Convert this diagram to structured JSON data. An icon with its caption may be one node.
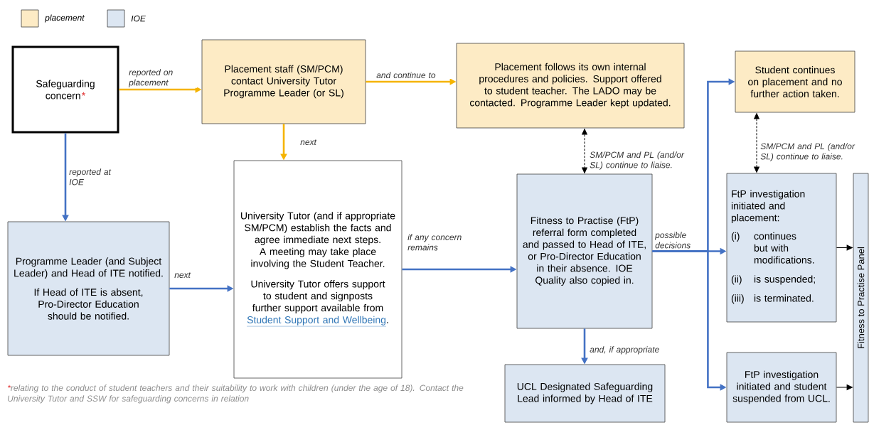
{
  "diagram": {
    "nodes": [
      {
        "text": [
          "Safeguarding concern",
          "*"
        ]
      },
      {
        "text": [
          "Placement staff (SM/PCM) contact University Tutor Programme Leader (or SL)"
        ]
      },
      {
        "text": [
          "Placement follows its own internal procedures and policies. Support offered to student teacher. The LADO may be contacted. Programme Leader kept updated."
        ]
      },
      {
        "text": [
          "Student continues on placement and no further action taken."
        ]
      },
      {
        "text": [
          "Programme Leader (and Subject Leader) and Head of ITE notified.",
          "If Head of ITE is absent, Pro-Director Education should be notified."
        ]
      },
      {
        "text": [
          "University Tutor (and if appropriate SM/PCM) establish the facts and agree immediate next steps. A meeting may take place involving the Student Teacher.",
          "University Tutor offers support to student and signposts further support available from",
          "Student Support and Wellbeing",
          "."
        ]
      },
      {
        "text": [
          "Fitness to Practise (FtP) referral form completed and passed to Head of ITE, or Pro-Director Education in their absence. IOE Quality also copied in."
        ]
      },
      {
        "text": [
          "FtP investigation initiated and placement:",
          "(i)",
          "continues but with modifications.",
          "(ii)",
          "is suspended;",
          "(iii)",
          "is terminated."
        ]
      },
      {
        "text": [
          "UCL Designated Safeguarding Lead informed by Head of ITE"
        ]
      },
      {
        "text": [
          "FtP investigation initiated and student suspended from UCL."
        ]
      },
      {
        "text": [
          "Fitness to Practise Panel"
        ]
      }
    ],
    "edges": [
      {
        "from": 0,
        "to": 1,
        "arrow": "to",
        "label": "reported on placement",
        "color": "#f5b400"
      },
      {
        "from": 1,
        "to": 2,
        "arrow": "to",
        "label": "and continue to",
        "color": "#f5b400"
      },
      {
        "from": 1,
        "to": 5,
        "arrow": "to",
        "label": "next",
        "color": "#f5b400"
      },
      {
        "from": 0,
        "to": 4,
        "arrow": "to",
        "label": "reported at IOE"
      },
      {
        "from": 4,
        "to": 5,
        "arrow": "to",
        "label": "next"
      },
      {
        "from": 5,
        "to": 6,
        "arrow": "to",
        "label": "if any concern remains"
      },
      {
        "from": 2,
        "to": 6,
        "arrow": "both",
        "label": "SM/PCM and PL (and/or SL) continue to liaise.",
        "style": "dashed",
        "color": "#000000"
      },
      {
        "from": 6,
        "to": 8,
        "arrow": "to",
        "label": "and, if appropriate"
      },
      {
        "from": 6,
        "to": 7,
        "arrow": "to",
        "label": "possible decisions"
      },
      {
        "from": 6,
        "to": 3,
        "arrow": "to"
      },
      {
        "from": 6,
        "to": 9,
        "arrow": "to"
      },
      {
        "from": 3,
        "to": 7,
        "arrow": "both",
        "label": "SM/PCM and PL (and/or SL) continue to liaise.",
        "style": "dashed",
        "color": "#000000"
      },
      {
        "from": 7,
        "to": 10,
        "arrow": "to",
        "color": "#000000"
      },
      {
        "from": 9,
        "to": 10,
        "arrow": "to",
        "color": "#000000"
      }
    ],
    "labels": [
      "*",
      "relating to the conduct of student teachers and their suitability to work with children (under the age of 18). Contact the University Tutor and SSW for safeguarding concerns in relation"
    ],
    "legend": [
      {
        "text": "placement",
        "color": "#fdebc5"
      },
      {
        "text": "IOE",
        "color": "#dce6f2"
      }
    ]
  }
}
